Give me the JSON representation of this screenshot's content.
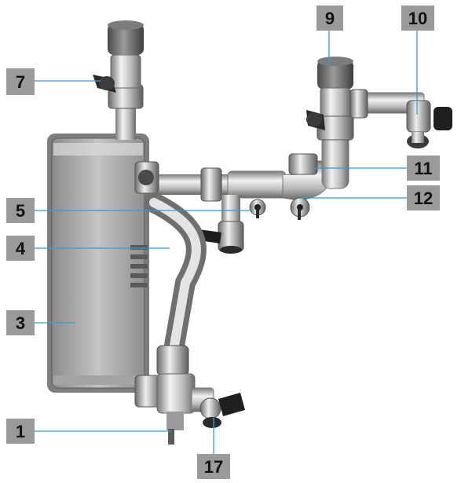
{
  "callouts": [
    {
      "id": "c7",
      "label": "7"
    },
    {
      "id": "c9",
      "label": "9"
    },
    {
      "id": "c10",
      "label": "10"
    },
    {
      "id": "c11",
      "label": "11"
    },
    {
      "id": "c5",
      "label": "5"
    },
    {
      "id": "c12",
      "label": "12"
    },
    {
      "id": "c4",
      "label": "4"
    },
    {
      "id": "c3",
      "label": "3"
    },
    {
      "id": "c1",
      "label": "1"
    },
    {
      "id": "c17",
      "label": "17"
    }
  ],
  "colors": {
    "callout_box": "#9a9a9a",
    "leader_line": "#2e9ed2",
    "metal_light": "#e6e6e6",
    "metal_dark": "#6f6f6f",
    "handle": "#2a2a2a"
  }
}
